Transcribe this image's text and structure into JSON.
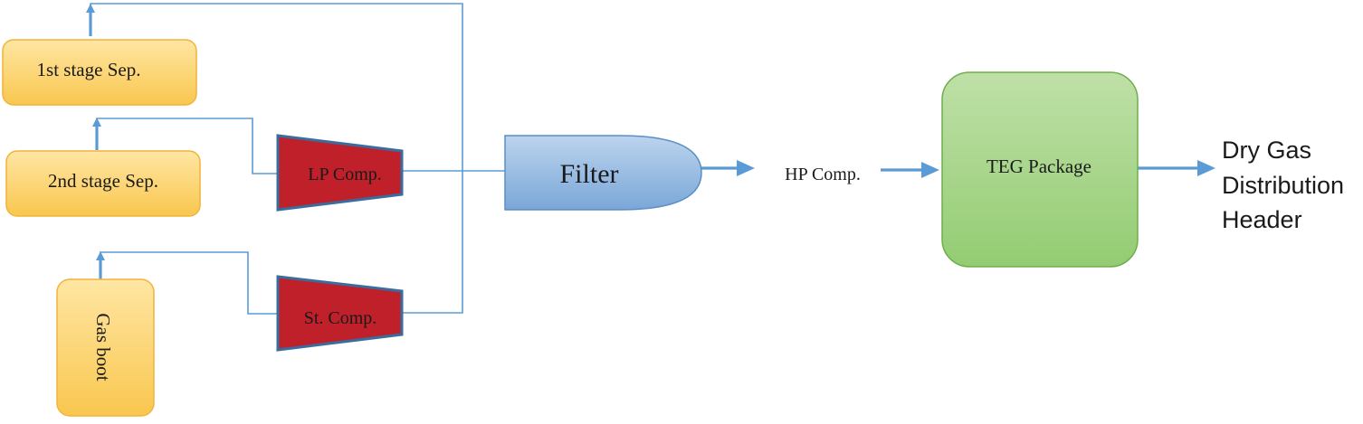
{
  "nodes": {
    "first_stage_sep": "1st stage Sep.",
    "second_stage_sep": "2nd stage Sep.",
    "gas_boot": "Gas boot",
    "lp_comp": "LP Comp.",
    "st_comp": "St. Comp.",
    "filter": "Filter",
    "hp_comp": "HP Comp.",
    "teg_package": "TEG Package",
    "output_line1": "Dry Gas",
    "output_line2": "Distribution",
    "output_line3": "Header"
  },
  "colors": {
    "separator_fill_top": "#ffe6a3",
    "separator_fill_bottom": "#f9c74f",
    "separator_stroke": "#f0b43c",
    "compressor_fill": "#c0202a",
    "compressor_stroke": "#3a6c9e",
    "filter_fill_top": "#bcd4ee",
    "filter_fill_bottom": "#7aa7d8",
    "filter_stroke": "#5b8ec4",
    "teg_fill_top": "#bfe0a8",
    "teg_fill_bottom": "#93cc72",
    "teg_stroke": "#6fae4c",
    "flow_line": "#5b9bd5"
  }
}
